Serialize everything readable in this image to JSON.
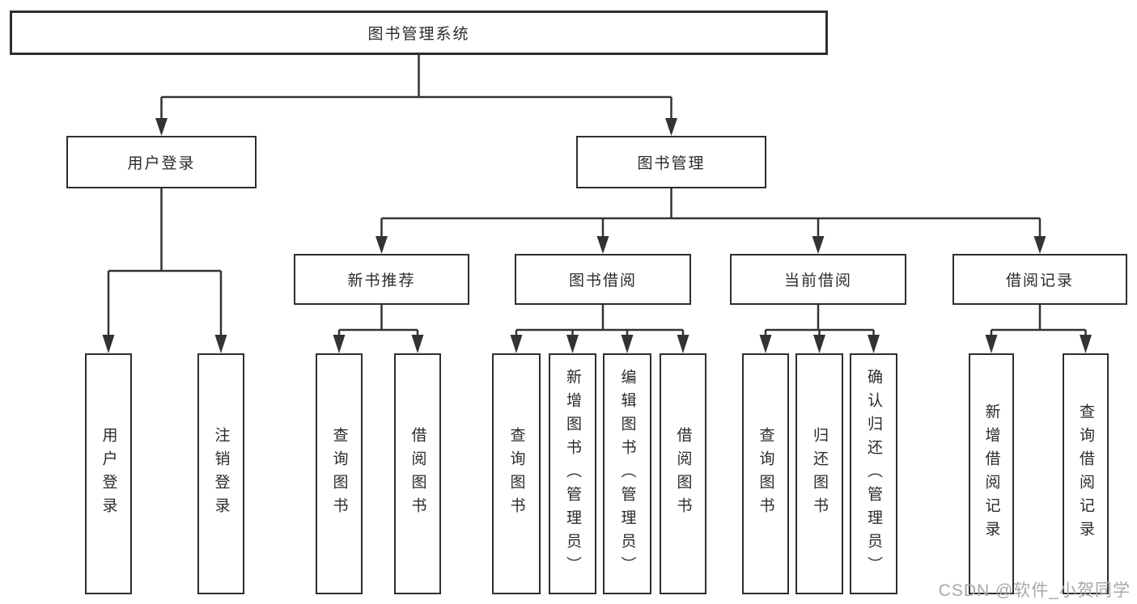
{
  "tree": {
    "root": {
      "label": "图书管理系统",
      "children": [
        {
          "label": "用户登录",
          "children": [
            {
              "label": "用户登录"
            },
            {
              "label": "注销登录"
            }
          ]
        },
        {
          "label": "图书管理",
          "children": [
            {
              "label": "新书推荐",
              "children": [
                {
                  "label": "查询图书"
                },
                {
                  "label": "借阅图书"
                }
              ]
            },
            {
              "label": "图书借阅",
              "children": [
                {
                  "label": "查询图书"
                },
                {
                  "label": "新增图书（管理员）"
                },
                {
                  "label": "编辑图书（管理员）"
                },
                {
                  "label": "借阅图书"
                }
              ]
            },
            {
              "label": "当前借阅",
              "children": [
                {
                  "label": "查询图书"
                },
                {
                  "label": "归还图书"
                },
                {
                  "label": "确认归还（管理员）"
                }
              ]
            },
            {
              "label": "借阅记录",
              "children": [
                {
                  "label": "新增借阅记录"
                },
                {
                  "label": "查询借阅记录"
                }
              ]
            }
          ]
        }
      ]
    }
  },
  "watermark": {
    "text": "CSDN @软件_小贺同学"
  },
  "colors": {
    "line": "#333333",
    "border": "#2e2e2e",
    "text": "#2b2b2b",
    "watermark": "#a8a8a8",
    "background": "#ffffff"
  }
}
